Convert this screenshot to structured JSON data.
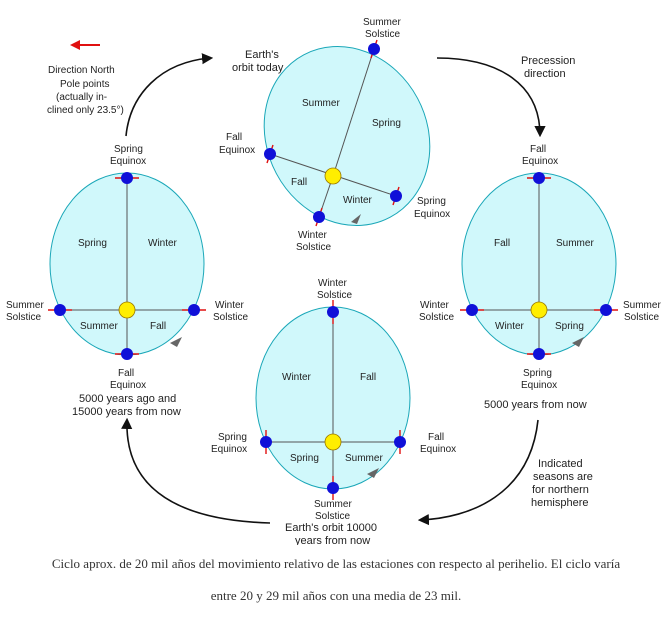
{
  "legend": {
    "lines": [
      "Direction North",
      "Pole points",
      "(actually in-",
      "clined only 23.5°)"
    ]
  },
  "orbits": {
    "today": {
      "title": [
        "Earth's",
        "orbit today"
      ],
      "labels": {
        "top": [
          "Summer",
          "Solstice"
        ],
        "left": [
          "Fall",
          "Equinox"
        ],
        "bottom": [
          "Winter",
          "Solstice"
        ],
        "right": [
          "Spring",
          "Equinox"
        ]
      },
      "seasons": [
        "Summer",
        "Spring",
        "Fall",
        "Winter"
      ]
    },
    "past": {
      "labels": {
        "top": [
          "Spring",
          "Equinox"
        ],
        "left": [
          "Summer",
          "Solstice"
        ],
        "bottom": [
          "Fall",
          "Equinox"
        ],
        "right": [
          "Winter",
          "Solstice"
        ]
      },
      "seasons": [
        "Spring",
        "Winter",
        "Summer",
        "Fall"
      ],
      "caption": [
        "5000 years ago and",
        "15000 years from now"
      ]
    },
    "future5000": {
      "labels": {
        "top": [
          "Fall",
          "Equinox"
        ],
        "left": [
          "Winter",
          "Solstice"
        ],
        "bottom": [
          "Spring",
          "Equinox"
        ],
        "right": [
          "Summer",
          "Solstice"
        ]
      },
      "seasons": [
        "Fall",
        "Summer",
        "Winter",
        "Spring"
      ],
      "caption": [
        "5000 years from now"
      ]
    },
    "future10000": {
      "labels": {
        "top": [
          "Winter",
          "Solstice"
        ],
        "left": [
          "Spring",
          "Equinox"
        ],
        "bottom": [
          "Summer",
          "Solstice"
        ],
        "right": [
          "Fall",
          "Equinox"
        ]
      },
      "seasons": [
        "Winter",
        "Fall",
        "Spring",
        "Summer"
      ],
      "caption": [
        "Earth's orbit 10000",
        "years from now"
      ]
    }
  },
  "precession": [
    "Precession",
    "direction"
  ],
  "note": [
    "Indicated",
    "seasons are",
    "for northern",
    "hemisphere"
  ],
  "caption": {
    "line1": "Ciclo aprox. de 20 mil años del movimiento relativo de las estaciones con respecto al perihelio. El ciclo varía",
    "line2": "entre 20 y 29 mil años con una media de 23 mil."
  },
  "colors": {
    "orbit_fill": "#d0f8fb",
    "orbit_stroke": "#1aa7b8",
    "earth": "#1010d8",
    "sun": "#ffee00",
    "arrow_red": "#e01010"
  }
}
